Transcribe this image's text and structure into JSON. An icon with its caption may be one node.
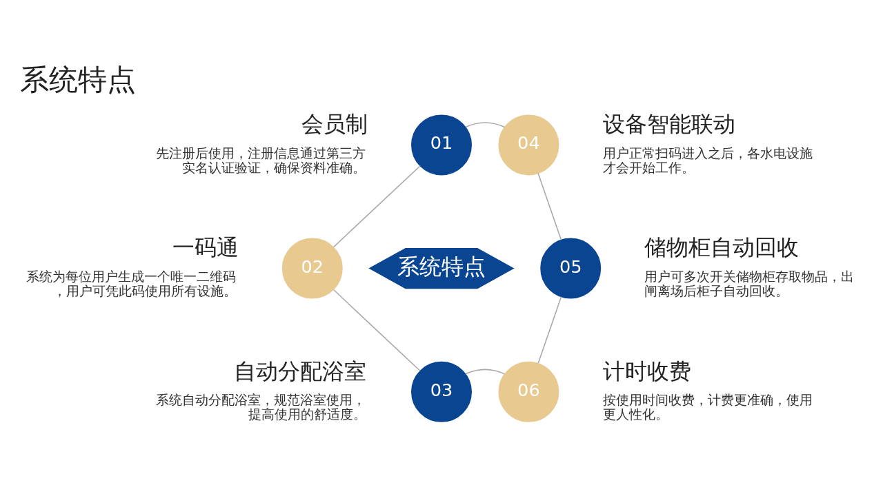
{
  "diagram": {
    "title": "系统特点",
    "nodes": [
      {
        "text": [
          "01"
        ],
        "beside": [
          "会员制",
          "先注册后使用，注册信息通过第三方实名认证验证，确保资料准确。"
        ]
      },
      {
        "text": [
          "02"
        ],
        "beside": [
          "一码通",
          "系统为每位用户生成一个唯一二维码，用户可凭此码使用所有设施。"
        ]
      },
      {
        "text": [
          "03"
        ],
        "beside": [
          "自动分配浴室",
          "系统自动分配浴室，规范浴室使用，提高使用的舒适度。"
        ]
      },
      {
        "text": [
          "04"
        ],
        "beside": [
          "设备智能联动",
          "用户正常扫码进入之后，各水电设施才会开始工作。"
        ]
      },
      {
        "text": [
          "05"
        ],
        "beside": [
          "储物柜自动回收",
          "用户可多次开关储物柜存取物品，出闸离场后柜子自动回收。"
        ]
      },
      {
        "text": [
          "06"
        ],
        "beside": [
          "计时收费",
          "按使用时间收费，计费更准确，使用更人性化。"
        ]
      },
      {
        "text": [
          "系统特点"
        ]
      }
    ],
    "edges": [
      {
        "from": 0,
        "to": 3,
        "arrow": "none"
      },
      {
        "from": 3,
        "to": 4,
        "arrow": "none"
      },
      {
        "from": 4,
        "to": 5,
        "arrow": "none"
      },
      {
        "from": 5,
        "to": 2,
        "arrow": "none"
      },
      {
        "from": 2,
        "to": 1,
        "arrow": "none"
      },
      {
        "from": 1,
        "to": 0,
        "arrow": "none"
      }
    ]
  }
}
